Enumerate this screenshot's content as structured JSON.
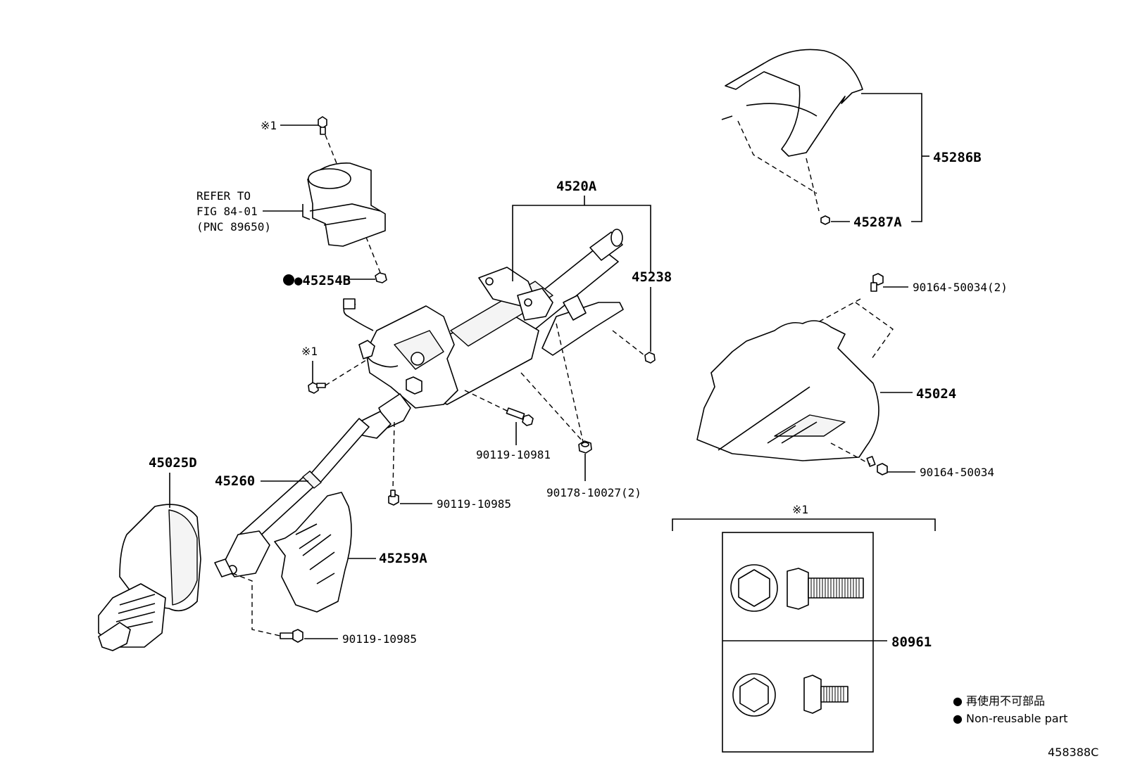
{
  "diagram_id": "458388C",
  "callouts": {
    "refer_line1": "REFER TO",
    "refer_line2": "FIG 84-01",
    "refer_line3": "(PNC 89650)",
    "mark_top": "※1",
    "mark_mid": "※1",
    "mark_kit": "※1",
    "p45254B": "●45254B",
    "p4520A": "4520A",
    "p45238": "45238",
    "p45286B": "45286B",
    "p45287A": "45287A",
    "p90164_50034_2": "90164-50034(2)",
    "p45024": "45024",
    "p90164_50034": "90164-50034",
    "p90119_10981": "90119-10981",
    "p90178_10027_2": "90178-10027(2)",
    "p45025D": "45025D",
    "p45260": "45260",
    "p90119_10985_a": "90119-10985",
    "p45259A": "45259A",
    "p90119_10985_b": "90119-10985",
    "p80961": "80961"
  },
  "legend": {
    "jp": "● 再使用不可部品",
    "en": "● Non-reusable part"
  }
}
